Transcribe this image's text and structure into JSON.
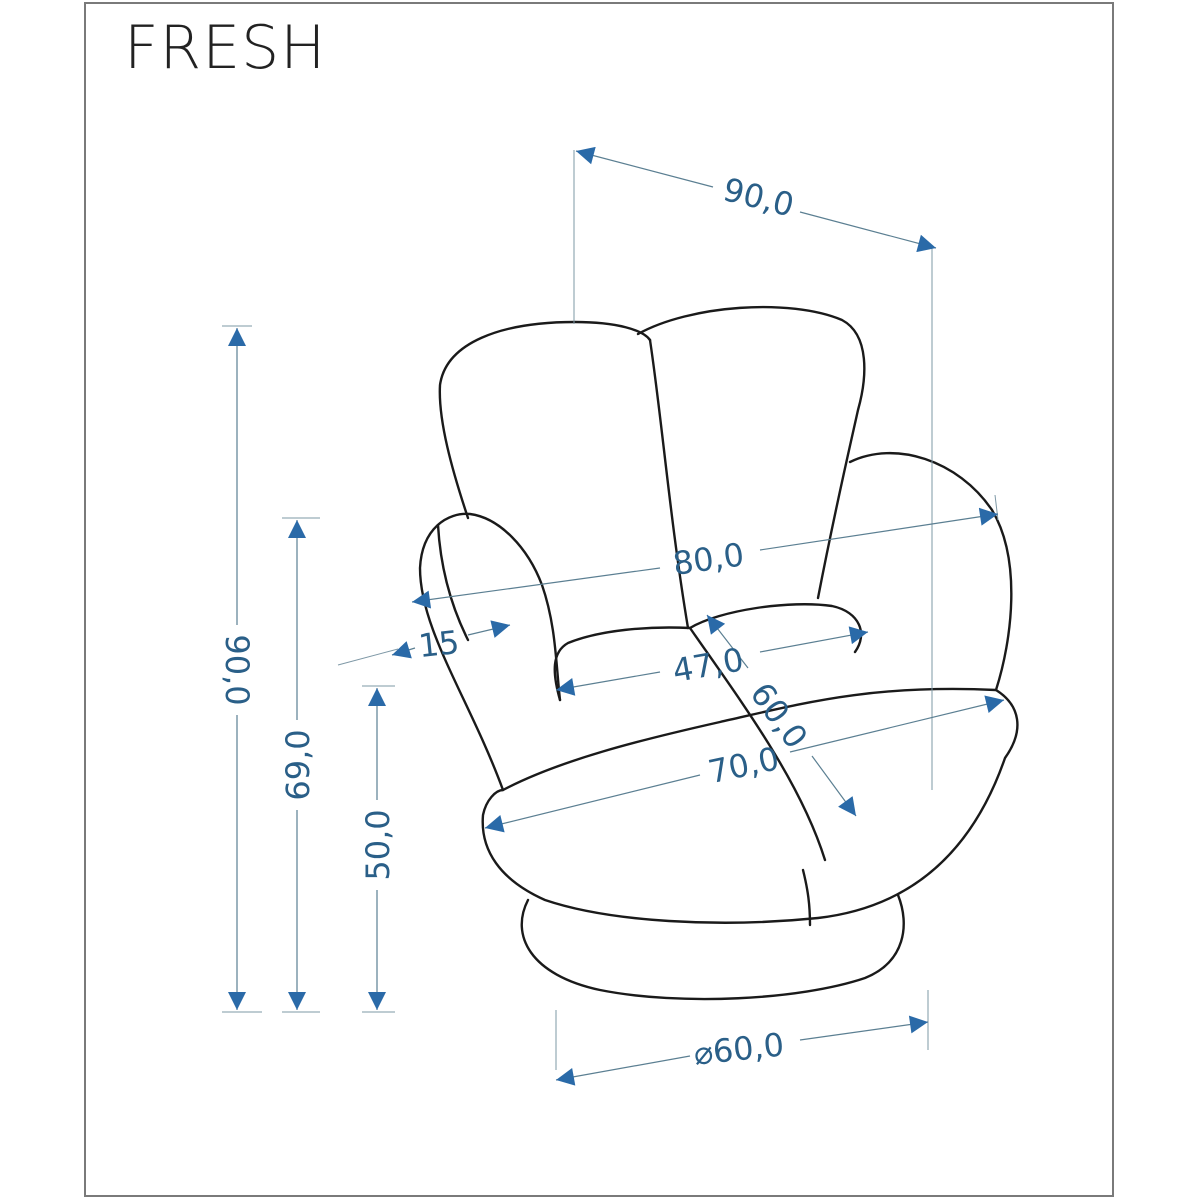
{
  "title": "FRESH",
  "colors": {
    "dimension": "#2a6aa8",
    "outline": "#1a1a1a",
    "frame": "#7a7a7a"
  },
  "dimensions": {
    "overall_width": "90,0",
    "overall_height": "90,0",
    "armrest_height": "69,0",
    "seat_height": "50,0",
    "inner_width": "80,0",
    "armrest_width": "15",
    "seat_width": "47,0",
    "seat_depth": "60,0",
    "front_width": "70,0",
    "base_diameter": "⌀60,0"
  }
}
